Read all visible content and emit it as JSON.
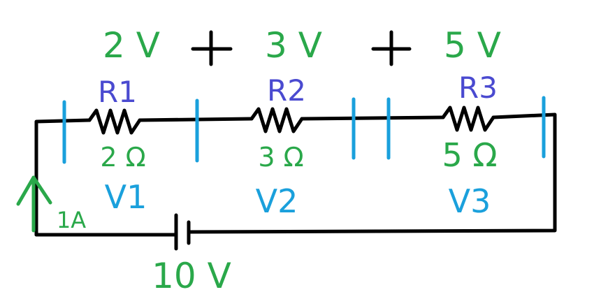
{
  "equation": {
    "term1": "2 V",
    "plus1": "+",
    "term2": "3 V",
    "plus2": "+",
    "term3": "5 V"
  },
  "resistors": [
    {
      "name": "R1",
      "resistance": "2 Ω",
      "voltage_label": "V1"
    },
    {
      "name": "R2",
      "resistance": "3 Ω",
      "voltage_label": "V2"
    },
    {
      "name": "R3",
      "resistance": "5 Ω",
      "voltage_label": "V3"
    }
  ],
  "current": {
    "label": "1A"
  },
  "source": {
    "label": "10 V"
  },
  "colors": {
    "wire": "#000000",
    "values": "#2aa84a",
    "names": "#4a4ad0",
    "markers": "#1aa0dc"
  }
}
